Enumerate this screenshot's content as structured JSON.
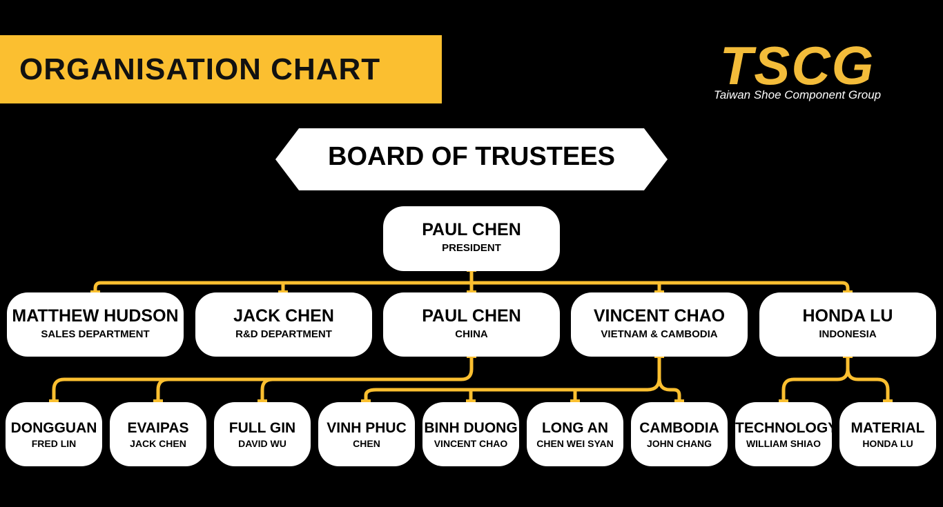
{
  "banner": {
    "title": "ORGANISATION CHART"
  },
  "logo": {
    "mark": "TSCG",
    "subtitle": "Taiwan Shoe Component Group"
  },
  "board": {
    "title": "BOARD OF TRUSTEES"
  },
  "president": {
    "name": "PAUL CHEN",
    "role": "PRESIDENT"
  },
  "departments": [
    {
      "name": "MATTHEW HUDSON",
      "role": "SALES DEPARTMENT"
    },
    {
      "name": "JACK CHEN",
      "role": "R&D DEPARTMENT"
    },
    {
      "name": "PAUL CHEN",
      "role": "CHINA"
    },
    {
      "name": "VINCENT CHAO",
      "role": "VIETNAM & CAMBODIA"
    },
    {
      "name": "HONDA LU",
      "role": "INDONESIA"
    }
  ],
  "units": [
    {
      "name": "DONGGUAN",
      "role": "FRED LIN"
    },
    {
      "name": "EVAIPAS",
      "role": "JACK CHEN"
    },
    {
      "name": "FULL GIN",
      "role": "DAVID WU"
    },
    {
      "name": "VINH PHUC",
      "role": "CHEN"
    },
    {
      "name": "BINH DUONG",
      "role": "VINCENT CHAO"
    },
    {
      "name": "LONG AN",
      "role": "CHEN WEI SYAN"
    },
    {
      "name": "CAMBODIA",
      "role": "JOHN CHANG"
    },
    {
      "name": "TECHNOLOGY",
      "role": "WILLIAM SHIAO"
    },
    {
      "name": "MATERIAL",
      "role": "HONDA LU"
    }
  ],
  "colors": {
    "accent": "#FBBF30",
    "background": "#000000",
    "box": "#FFFFFF",
    "text": "#000000"
  }
}
